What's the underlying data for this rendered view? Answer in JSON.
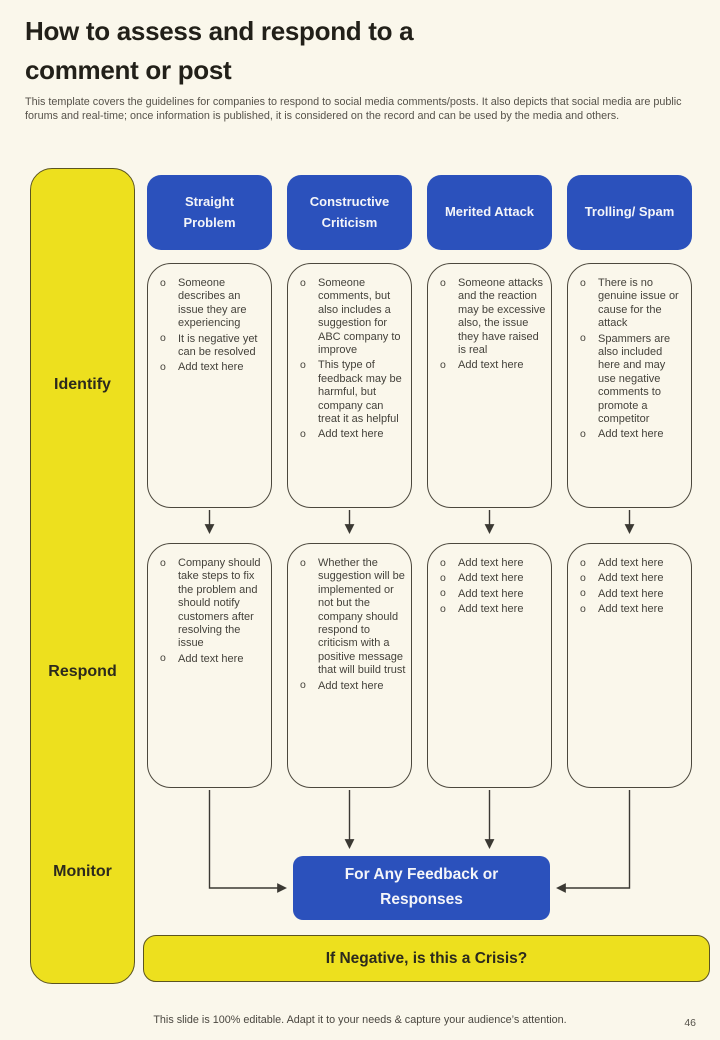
{
  "page": {
    "title": "How to assess and respond to a comment or post",
    "description": "This template covers the guidelines for companies to respond to social media comments/posts. It also depicts that social media are public forums and real-time; once information is published, it is considered on the record and can be used by the media and others.",
    "footer": "This slide is 100% editable. Adapt it to your needs & capture your audience’s attention.",
    "page_number": "46"
  },
  "colors": {
    "accent_blue": "#2B51BC",
    "accent_yellow": "#EDE01E",
    "background": "#FAF7EB",
    "arrow": "#3b3933"
  },
  "rail": {
    "labels": [
      "Identify",
      "Respond",
      "Monitor"
    ]
  },
  "columns": [
    {
      "header": "Straight Problem",
      "identify": [
        "Someone describes an issue they are experiencing",
        "It is negative yet can be resolved",
        "Add text here"
      ],
      "respond": [
        "Company should take steps to fix the problem and should notify customers after resolving the issue",
        "Add text here"
      ]
    },
    {
      "header": "Constructive Criticism",
      "identify": [
        "Someone comments, but also includes a suggestion for ABC company to improve",
        "This type of feedback may be harmful, but company can treat it as helpful",
        "Add text here"
      ],
      "respond": [
        "Whether the suggestion will be implemented or not but the company should respond to criticism with a positive message that will build trust",
        "Add text here"
      ]
    },
    {
      "header": "Merited Attack",
      "identify": [
        "Someone attacks and the reaction may be excessive also, the issue they have raised is real",
        "Add text here"
      ],
      "respond": [
        "Add text here",
        "Add text here",
        "Add text here",
        "Add text here"
      ]
    },
    {
      "header": "Trolling/ Spam",
      "identify": [
        "There is no genuine issue or cause for the attack",
        "Spammers are also included here and may use negative comments to promote a competitor",
        "Add text here"
      ],
      "respond": [
        "Add text here",
        "Add text here",
        "Add text here",
        "Add text here"
      ]
    }
  ],
  "monitor": {
    "feedback_label": "For Any Feedback or Responses",
    "crisis_label": "If Negative, is this a Crisis?"
  }
}
